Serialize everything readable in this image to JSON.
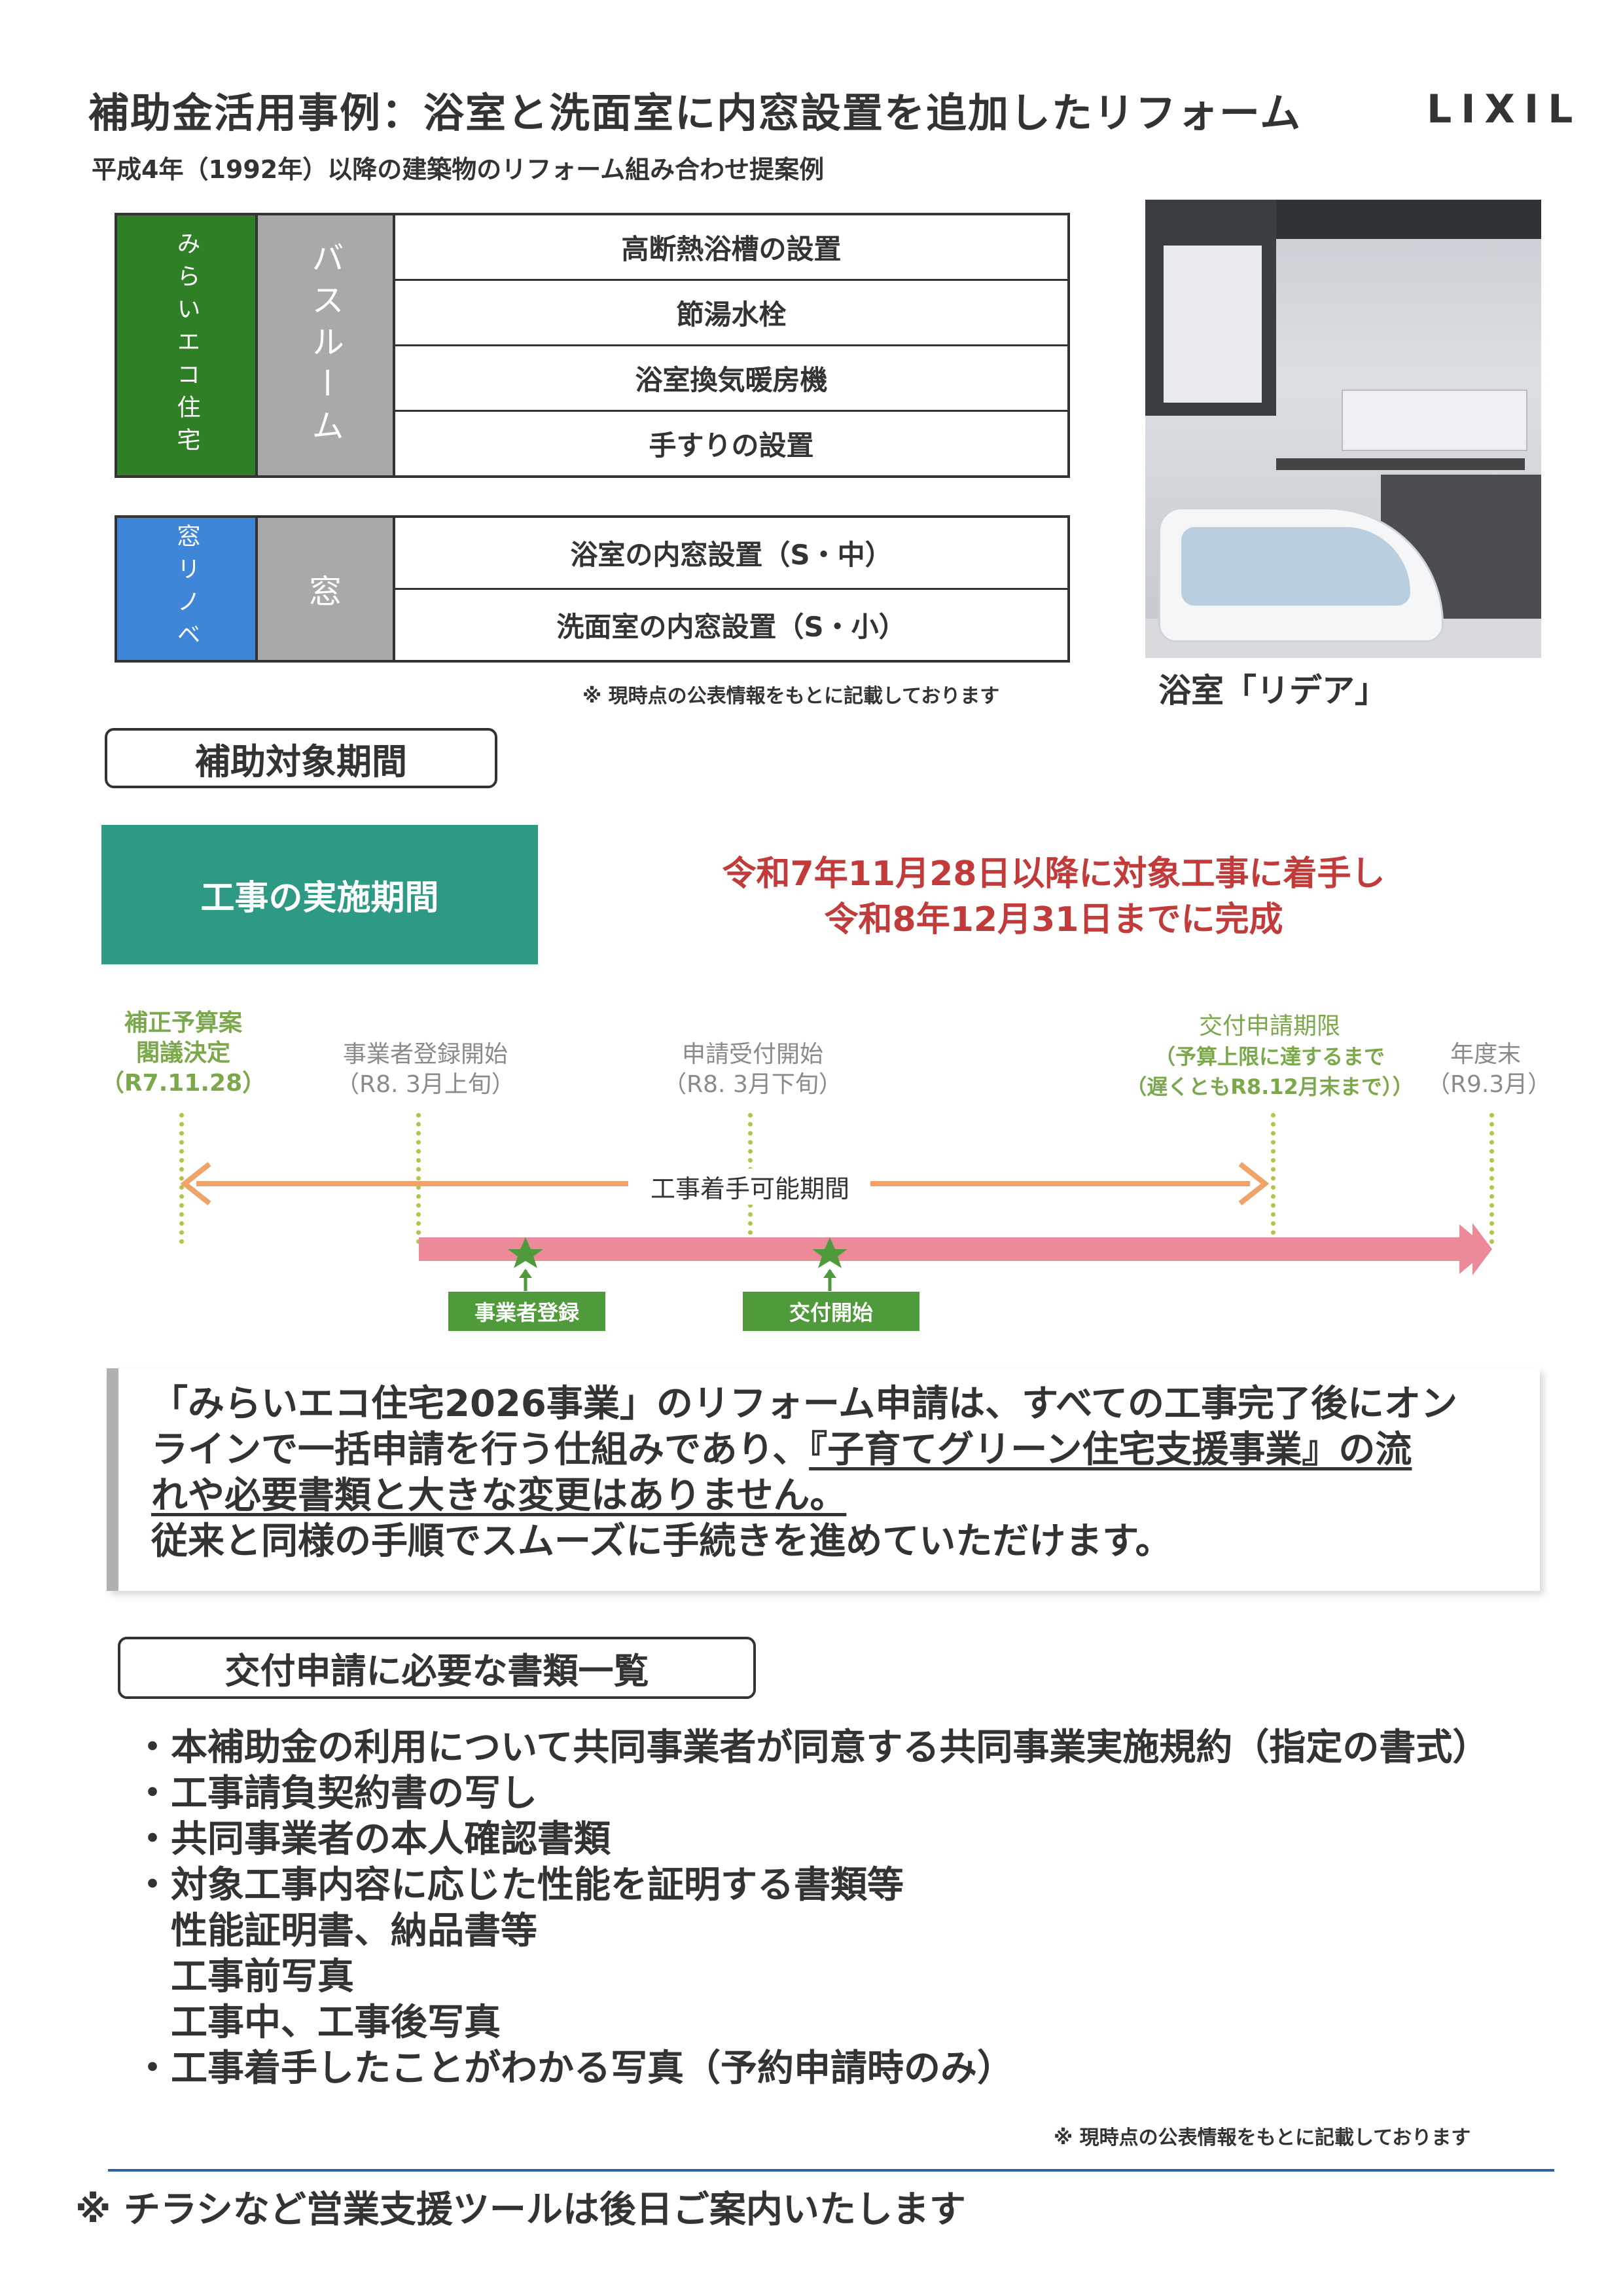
{
  "header": {
    "title": "補助金活用事例：浴室と洗面室に内窓設置を追加したリフォーム",
    "logo": "LIXIL",
    "subtitle": "平成4年（1992年）以降の建築物のリフォーム組み合わせ提案例"
  },
  "tables": {
    "bath": {
      "program": "みらいエコ住宅",
      "category": "バスルーム",
      "items": [
        "高断熱浴槽の設置",
        "節湯水栓",
        "浴室換気暖房機",
        "手すりの設置"
      ],
      "program_color": "#2f7f26"
    },
    "window": {
      "program": "窓リノベ",
      "category": "窓",
      "items": [
        "浴室の内窓設置（S・中）",
        "洗面室の内窓設置（S・小）"
      ],
      "program_color": "#3f86d8"
    },
    "note": "※ 現時点の公表情報をもとに記載しております"
  },
  "photo": {
    "caption": "浴室「リデア」"
  },
  "period_section": {
    "heading": "補助対象期間",
    "box_label": "工事の実施期間",
    "deadline_line1": "令和7年11月28日以降に対象工事に着手し",
    "deadline_line2": "令和8年12月31日までに完成",
    "timeline": {
      "milestones": [
        {
          "line1": "補正予算案",
          "line2": "閣議決定",
          "line3": "（R7.11.28）"
        },
        {
          "line1": "事業者登録開始",
          "line2": "（R8. 3月上旬）"
        },
        {
          "line1": "申請受付開始",
          "line2": "（R8. 3月下旬）"
        },
        {
          "line1": "交付申請期限",
          "line2": "（予算上限に達するまで",
          "line3": "（遅くともR8.12月末まで））"
        },
        {
          "line1": "年度末",
          "line2": "（R9.3月）"
        }
      ],
      "span_label": "工事着手可能期間",
      "badges": [
        "事業者登録",
        "交付開始"
      ]
    }
  },
  "info": {
    "text1": "「みらいエコ住宅2026事業」のリフォーム申請は、すべての工事完了後にオン",
    "text2a": "ラインで一括申請を行う仕組みであり、",
    "text2b": "『子育てグリーン住宅支援事業』の流",
    "text3": "れや必要書類と大きな変更はありません。",
    "text4": "従来と同様の手順でスムーズに手続きを進めていただけます。"
  },
  "documents": {
    "heading": "交付申請に必要な書類一覧",
    "lines": [
      "・本補助金の利用について共同事業者が同意する共同事業実施規約（指定の書式）",
      "・工事請負契約書の写し",
      "・共同事業者の本人確認書類",
      "・対象工事内容に応じた性能を証明する書類等",
      "　性能証明書、納品書等",
      "　工事前写真",
      "　工事中、工事後写真",
      "・工事着手したことがわかる写真（予約申請時のみ）"
    ],
    "note": "※ 現時点の公表情報をもとに記載しております"
  },
  "footer": {
    "text": "※ チラシなど営業支援ツールは後日ご案内いたします"
  }
}
